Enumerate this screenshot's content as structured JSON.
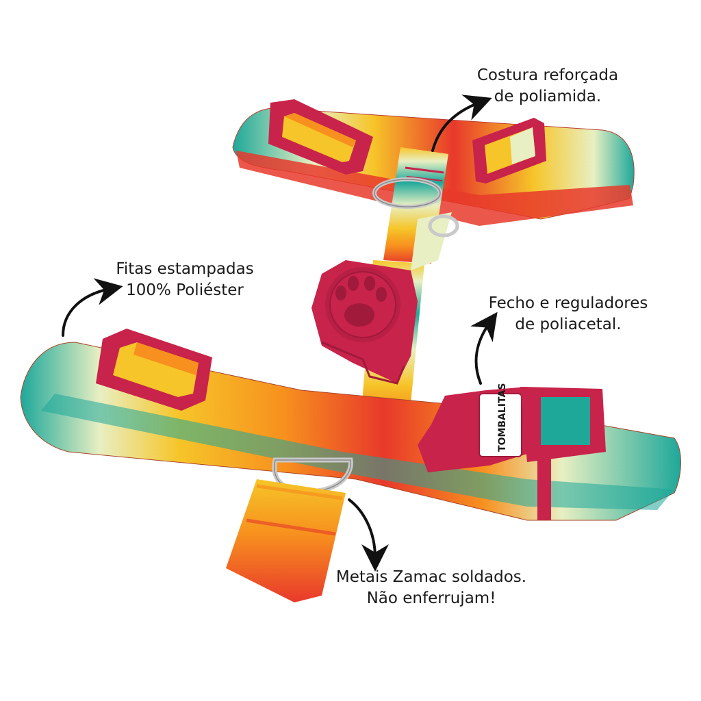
{
  "annotations": {
    "costura": {
      "line1": "Costura reforçada",
      "line2": "de poliamida."
    },
    "fitas": {
      "line1": "Fitas estampadas",
      "line2": "100% Poliéster"
    },
    "fecho": {
      "line1": "Fecho e reguladores",
      "line2": "de poliacetal."
    },
    "metais": {
      "line1": "Metais Zamac soldados.",
      "line2": "Não enferrujam!"
    }
  },
  "brand": {
    "logo_text": "TOMBALITAS"
  },
  "colors": {
    "hardware": "#c8234a",
    "hardware_dark": "#a01a3b",
    "webbing_red": "#e8392b",
    "webbing_orange": "#f7901e",
    "webbing_yellow": "#f6c529",
    "webbing_cream": "#e8efc2",
    "webbing_teal": "#1ea89a",
    "ring_metal": "#c9c9c9"
  }
}
